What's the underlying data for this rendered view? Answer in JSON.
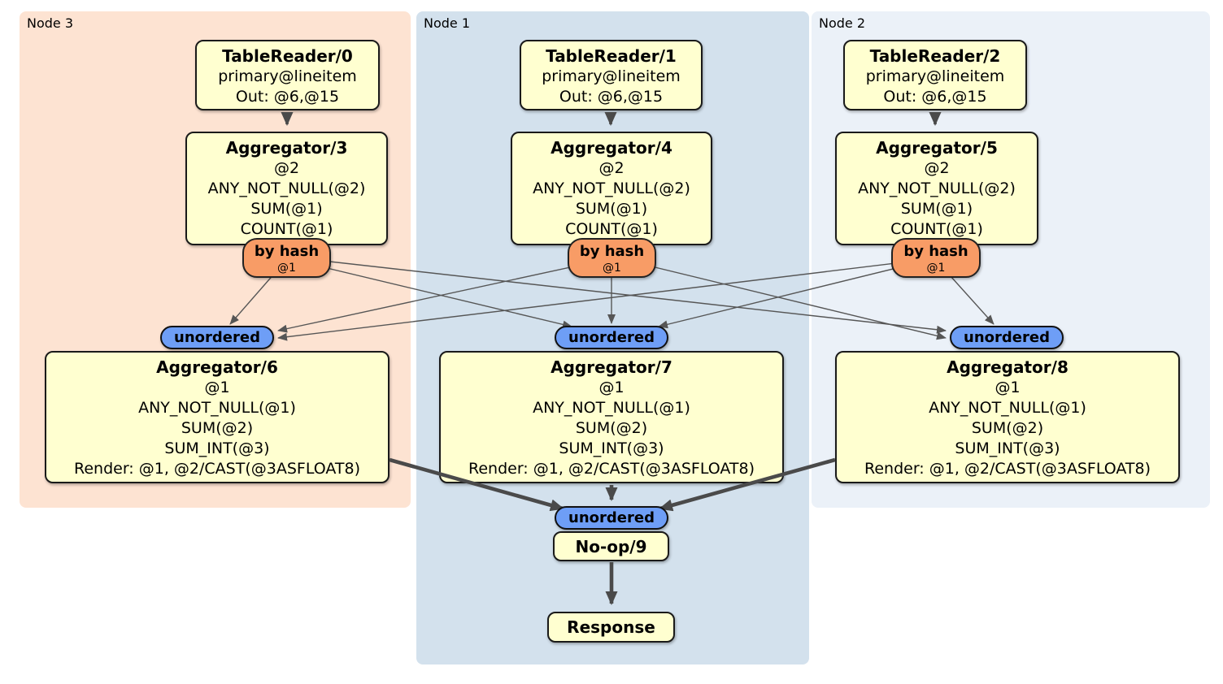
{
  "diagram": {
    "kind": "distsql-plan",
    "colors": {
      "node3_bg": "#fde3d2",
      "node1_bg": "#d3e1ed",
      "node2_bg": "#ebf1f8",
      "processor_bg": "#ffffd0",
      "router_bg": "#f89c66",
      "stream_bg": "#6e9ef6",
      "edge": "#4a4a4a"
    }
  },
  "nodes": {
    "node3": {
      "label": "Node 3"
    },
    "node1": {
      "label": "Node 1"
    },
    "node2": {
      "label": "Node 2"
    }
  },
  "ops": {
    "tr0": {
      "title": "TableReader/0",
      "lines": [
        "primary@lineitem",
        "Out: @6,@15"
      ]
    },
    "tr1": {
      "title": "TableReader/1",
      "lines": [
        "primary@lineitem",
        "Out: @6,@15"
      ]
    },
    "tr2": {
      "title": "TableReader/2",
      "lines": [
        "primary@lineitem",
        "Out: @6,@15"
      ]
    },
    "agg3": {
      "title": "Aggregator/3",
      "lines": [
        "@2",
        "ANY_NOT_NULL(@2)",
        "SUM(@1)",
        "COUNT(@1)"
      ]
    },
    "agg4": {
      "title": "Aggregator/4",
      "lines": [
        "@2",
        "ANY_NOT_NULL(@2)",
        "SUM(@1)",
        "COUNT(@1)"
      ]
    },
    "agg5": {
      "title": "Aggregator/5",
      "lines": [
        "@2",
        "ANY_NOT_NULL(@2)",
        "SUM(@1)",
        "COUNT(@1)"
      ]
    },
    "agg6": {
      "title": "Aggregator/6",
      "lines": [
        "@1",
        "ANY_NOT_NULL(@1)",
        "SUM(@2)",
        "SUM_INT(@3)",
        "Render: @1, @2/CAST(@3ASFLOAT8)"
      ]
    },
    "agg7": {
      "title": "Aggregator/7",
      "lines": [
        "@1",
        "ANY_NOT_NULL(@1)",
        "SUM(@2)",
        "SUM_INT(@3)",
        "Render: @1, @2/CAST(@3ASFLOAT8)"
      ]
    },
    "agg8": {
      "title": "Aggregator/8",
      "lines": [
        "@1",
        "ANY_NOT_NULL(@1)",
        "SUM(@2)",
        "SUM_INT(@3)",
        "Render: @1, @2/CAST(@3ASFLOAT8)"
      ]
    },
    "noop9": {
      "title": "No-op/9"
    },
    "response": {
      "title": "Response"
    }
  },
  "routers": {
    "hash3": {
      "label": "by hash",
      "detail": "@1"
    },
    "hash4": {
      "label": "by hash",
      "detail": "@1"
    },
    "hash5": {
      "label": "by hash",
      "detail": "@1"
    }
  },
  "streams": {
    "unordered6": {
      "label": "unordered"
    },
    "unordered7": {
      "label": "unordered"
    },
    "unordered8": {
      "label": "unordered"
    },
    "unordered9": {
      "label": "unordered"
    }
  }
}
